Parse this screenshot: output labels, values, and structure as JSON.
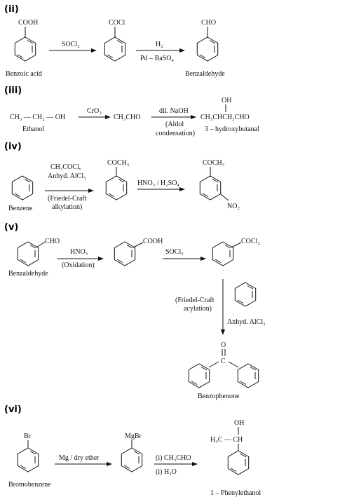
{
  "sections": {
    "ii": {
      "label": "(ii)",
      "sub1": "COOH",
      "name1": "Benzoic acid",
      "reagent1": "SOCl₂",
      "sub2": "COCl",
      "reagent2_top": "H₂",
      "reagent2_bottom": "Pd – BaSO₄",
      "sub3": "CHO",
      "name3": "Benzaldehyde"
    },
    "iii": {
      "label": "(iii)",
      "reactant": "CH₃ — CH₂ — OH",
      "reactant_name": "Ethanol",
      "reagent1": "CrO₃",
      "intermediate": "CH₃CHO",
      "reagent2_top": "dil. NaOH",
      "reagent2_mid": "(Aldol",
      "reagent2_bottom": "condensation)",
      "product_oh": "OH",
      "product": "CH₃CHCH₂CHO",
      "product_name": "3 – hydroxybutanal"
    },
    "iv": {
      "label": "(iv)",
      "name1": "Benzene",
      "reagent1_a": "CH₃COCl,",
      "reagent1_b": "Anhyd. AlCl₃",
      "reagent1_c": "(Friedel-Craft",
      "reagent1_d": "alkylation)",
      "sub2": "COCH₃",
      "reagent2": "HNO₃ / H₂SO₄",
      "sub3": "COCH₃",
      "sub3_meta": "NO₂"
    },
    "v": {
      "label": "(v)",
      "sub1": "CHO",
      "name1": "Benzaldehyde",
      "reagent1_top": "HNO₃",
      "reagent1_bottom": "(Oxidation)",
      "sub2": "COOH",
      "reagent2": "SOCl₂",
      "sub3": "COCl₂",
      "reagent3_a": "(Friedel-Craft",
      "reagent3_b": "acylation)",
      "reagent3_c": "Anhyd. AlCl₃",
      "carbonyl_o": "O",
      "carbonyl_c": "C",
      "product_name": "Benzophenone"
    },
    "vi": {
      "label": "(vi)",
      "sub1": "Br",
      "name1": "Bromobenzene",
      "reagent1": "Mg / dry ether",
      "sub2": "MgBr",
      "reagent2_a": "(i)  CH₃CHO",
      "reagent2_b": "(i)  H₂O",
      "product_oh": "OH",
      "product_chain": "H₃C — CH",
      "product_name": "1 – Phenylethanol"
    }
  }
}
